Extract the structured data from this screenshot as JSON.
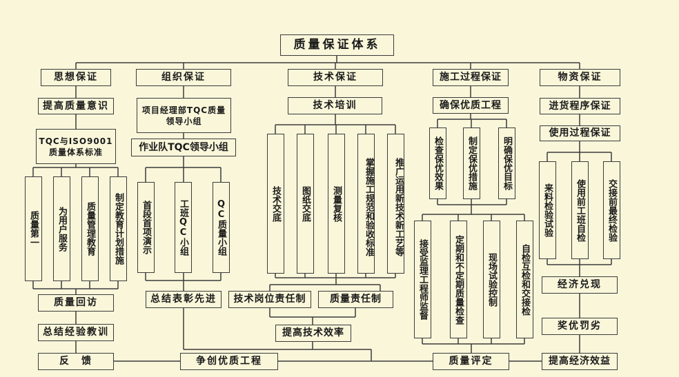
{
  "title": "质量保证体系",
  "c1": {
    "head": "思想保证",
    "a": "提高质量意识",
    "b1": "TQC与ISO9001",
    "b2": "质量体系标准",
    "v": [
      "质量第一",
      "为用户服务",
      "质量管理教育",
      "制定教育计划措施"
    ],
    "c": "质量回访",
    "d": "总结经验教训",
    "e": "反　馈"
  },
  "c2": {
    "head": "组织保证",
    "a1": "项目经理部TQC质量",
    "a2": "领导小组",
    "b": "作业队TQC领导小组",
    "v": [
      "首段首项演示",
      "工班QC小组",
      "QC质量小组"
    ],
    "c": "总结表彰先进",
    "d": "争创优质工程"
  },
  "c3": {
    "head": "技术保证",
    "a": "技术培训",
    "v": [
      "技术交底",
      "图纸交底",
      "测量复核",
      "掌握施工规范和验收标准",
      "推广运用新技术新工艺等"
    ],
    "b": "技术岗位责任制",
    "c": "质量责任制",
    "d": "提高技术效率"
  },
  "c4": {
    "head": "施工过程保证",
    "a": "确保优质工程",
    "v": [
      "检查保优效果",
      "制定保优措施",
      "明确保优目标"
    ],
    "w": [
      "接受监理工程师监督",
      "定期和不定期质量检查",
      "现场试验控制",
      "自检互检和交接检"
    ],
    "d": "质量评定"
  },
  "c5": {
    "head": "物资保证",
    "a": "进货程序保证",
    "b": "使用过程保证",
    "v": [
      "来料检验试验",
      "使用前工班自检",
      "交接前最终检验"
    ],
    "c": "经济兑现",
    "d": "奖优罚劣",
    "e": "提高经济效益"
  }
}
